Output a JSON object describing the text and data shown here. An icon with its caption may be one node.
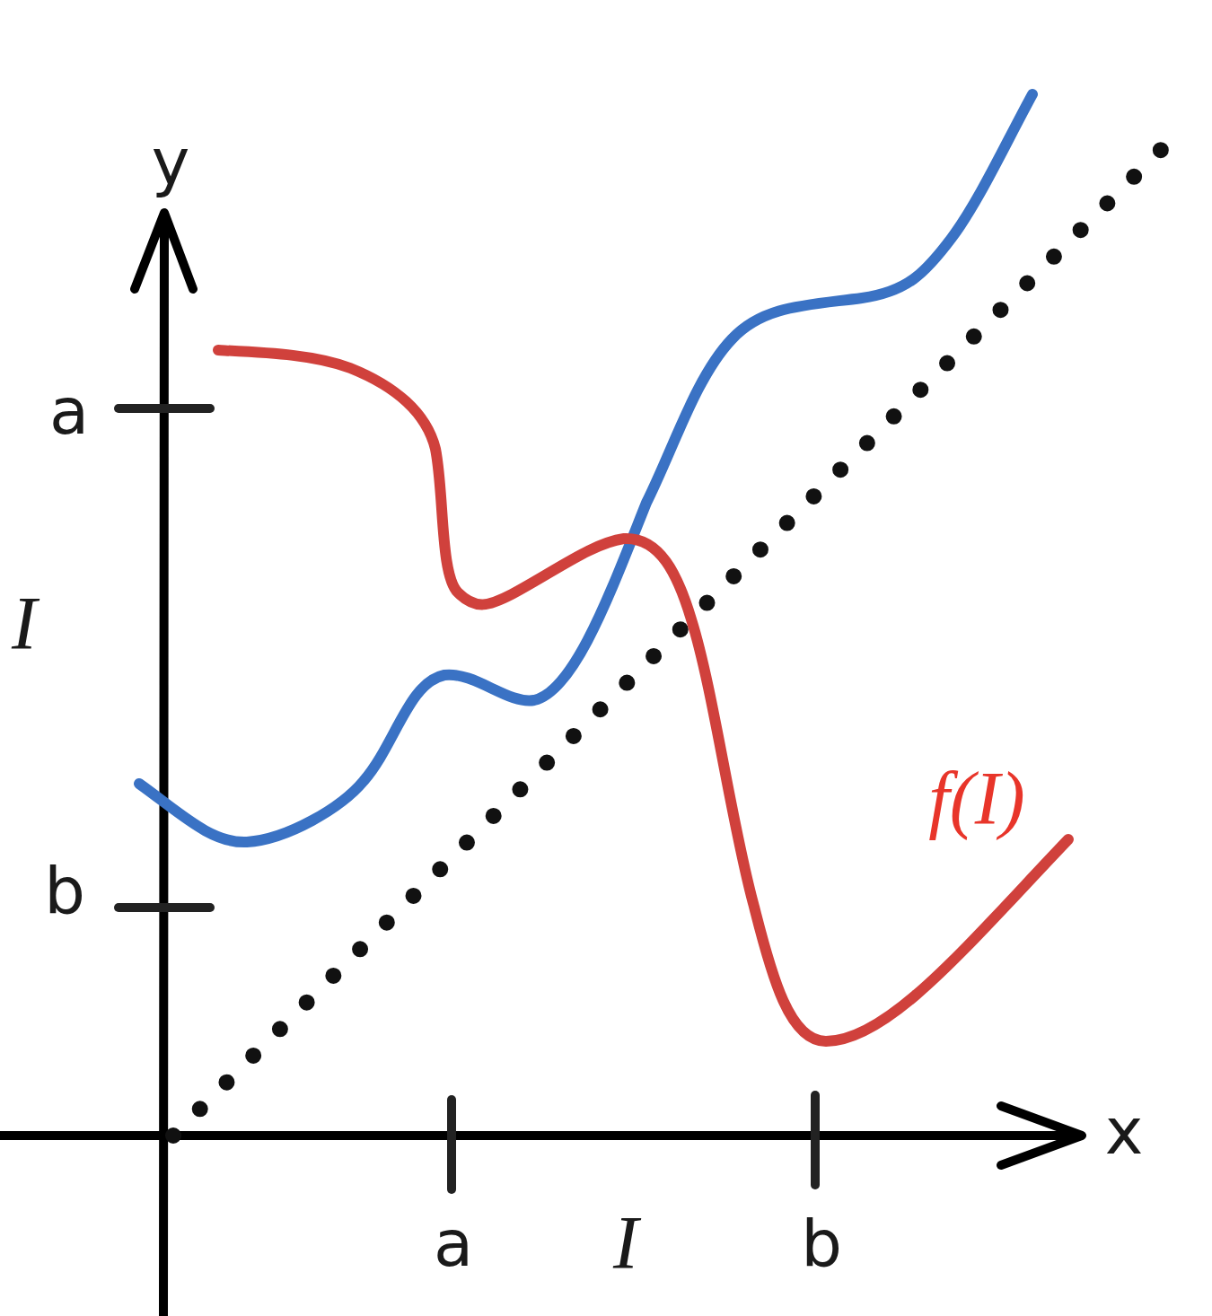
{
  "diagram": {
    "labels": [
      "y",
      "a",
      "I",
      "f(I)",
      "b",
      "a",
      "I",
      "b",
      "x"
    ]
  }
}
